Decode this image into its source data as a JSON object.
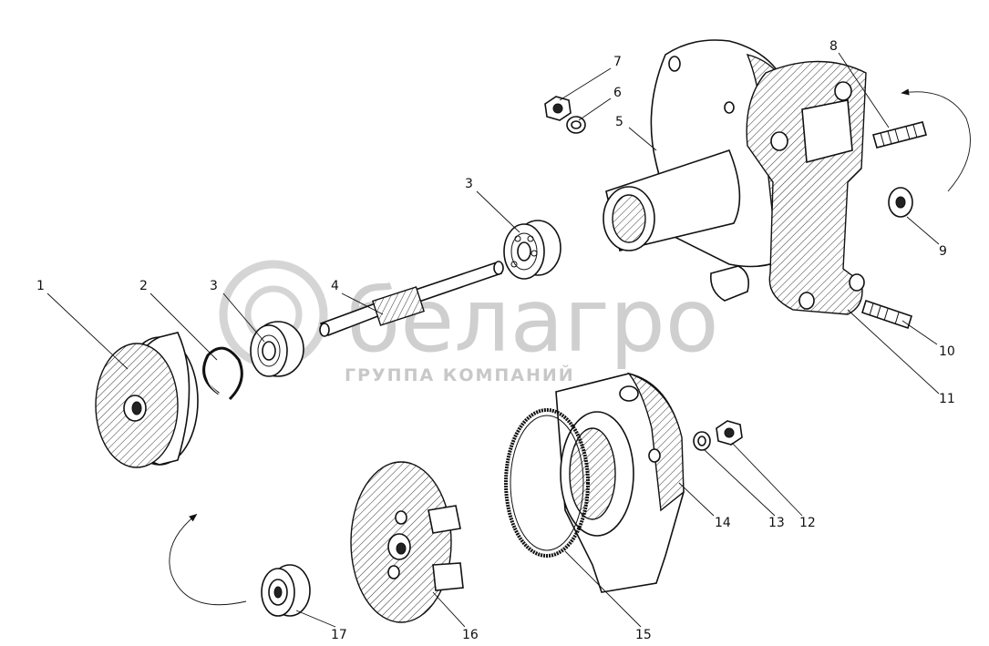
{
  "watermark": {
    "brand": "белагро",
    "tagline": "ГРУППА КОМПАНИЙ"
  },
  "callouts": [
    {
      "id": "1",
      "label": "1"
    },
    {
      "id": "2",
      "label": "2"
    },
    {
      "id": "3a",
      "label": "3"
    },
    {
      "id": "3b",
      "label": "3"
    },
    {
      "id": "4",
      "label": "4"
    },
    {
      "id": "5",
      "label": "5"
    },
    {
      "id": "6",
      "label": "6"
    },
    {
      "id": "7",
      "label": "7"
    },
    {
      "id": "8",
      "label": "8"
    },
    {
      "id": "9",
      "label": "9"
    },
    {
      "id": "10",
      "label": "10"
    },
    {
      "id": "11",
      "label": "11"
    },
    {
      "id": "12",
      "label": "12"
    },
    {
      "id": "13",
      "label": "13"
    },
    {
      "id": "14",
      "label": "14"
    },
    {
      "id": "15",
      "label": "15"
    },
    {
      "id": "16",
      "label": "16"
    },
    {
      "id": "17",
      "label": "17"
    }
  ],
  "colors": {
    "line": "#111111",
    "watermark": "#cfcfcf",
    "background": "#ffffff"
  }
}
